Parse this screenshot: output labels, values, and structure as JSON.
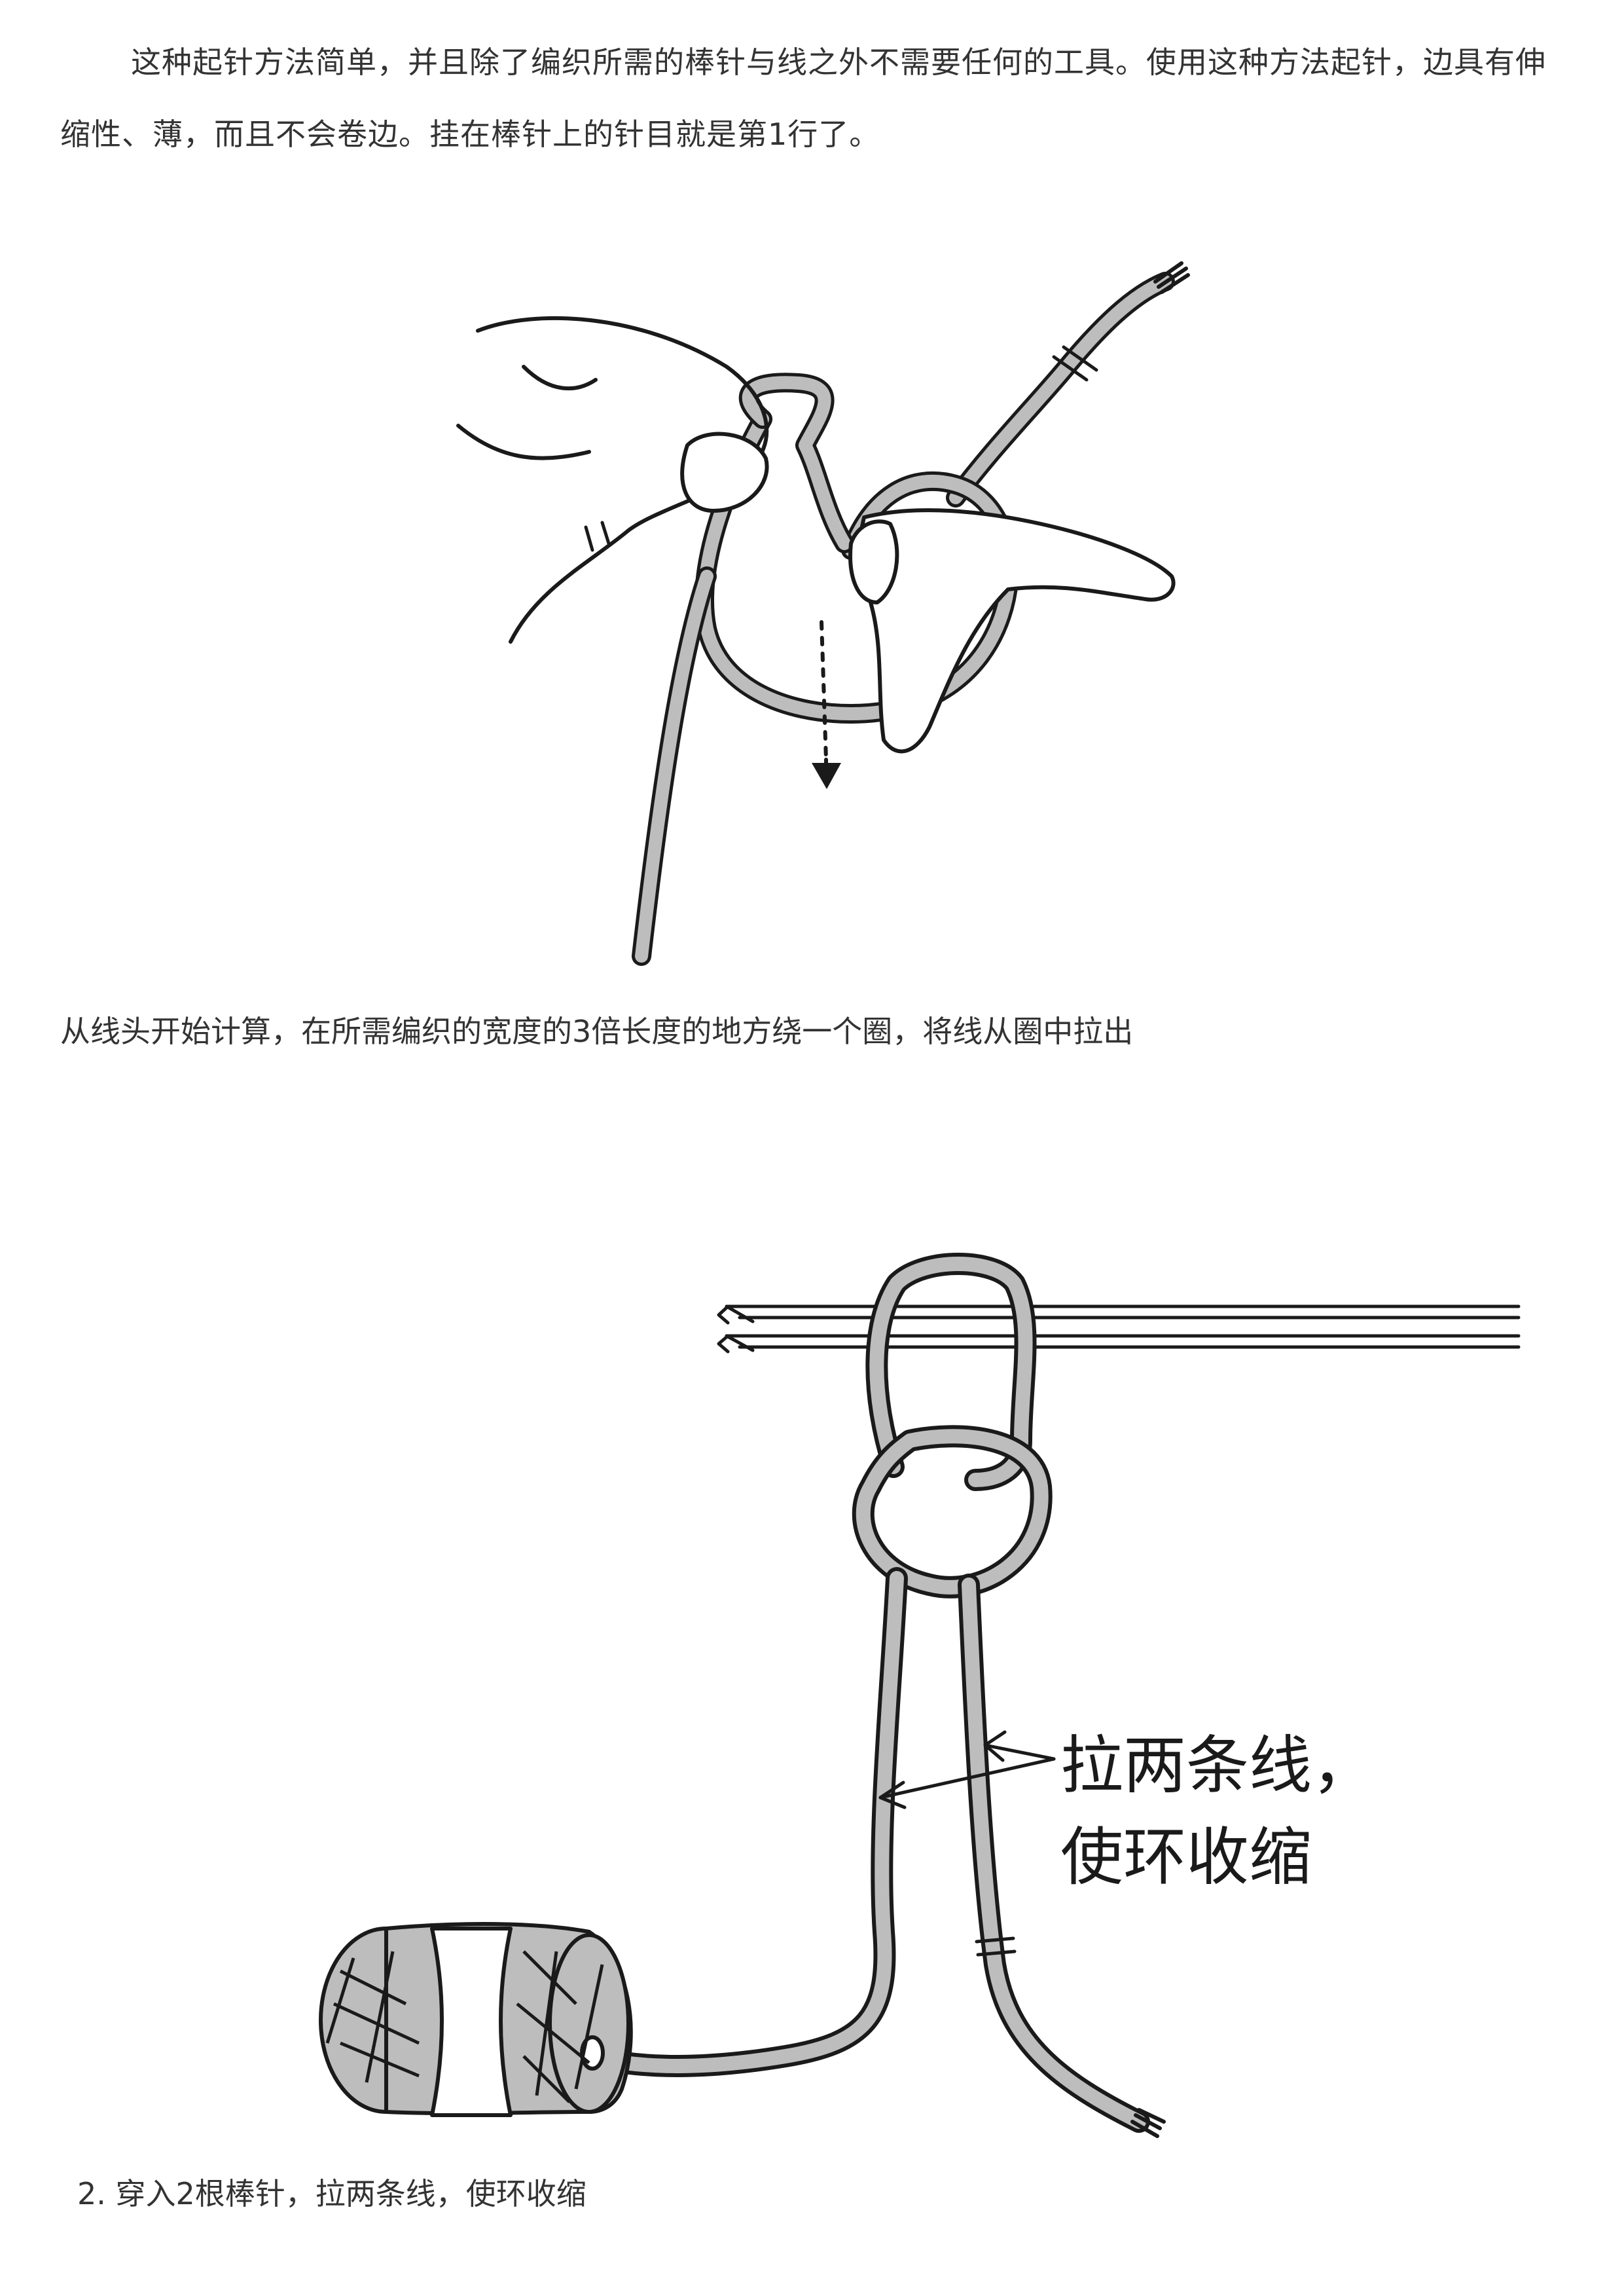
{
  "intro": {
    "text": "这种起针方法简单，并且除了编织所需的棒针与线之外不需要任何的工具。使用这种方法起针，边具有伸缩性、薄，而且不会卷边。挂在棒针上的针目就是第1行了。"
  },
  "step1": {
    "caption": "从线头开始计算，在所需编织的宽度的3倍长度的地方绕一个圈，将线从圈中拉出"
  },
  "step2": {
    "annotation_line1": "拉两条线，",
    "annotation_line2": "使环收缩",
    "caption": "2. 穿入2根棒针，拉两条线，使环收缩"
  },
  "colors": {
    "yarn_fill": "#bdbdbd",
    "outline": "#1a1a1a",
    "text": "#333333"
  }
}
